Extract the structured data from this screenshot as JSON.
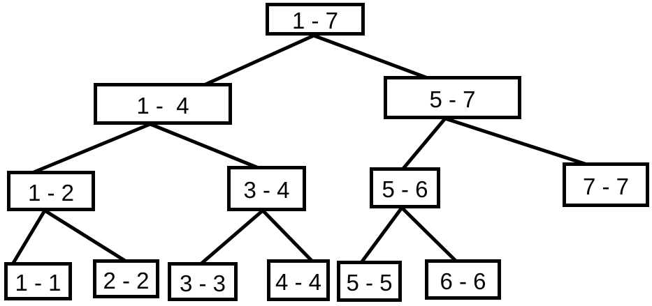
{
  "colors": {
    "background": "#ffffff",
    "box_border": "#000000",
    "edge_line": "#000000",
    "text": "#000000"
  },
  "diagram": {
    "type": "tree",
    "description": "binary tree of numeric ranges (segment-tree style)",
    "nodes": [
      {
        "id": "1-7",
        "label": "1 - 7"
      },
      {
        "id": "1-4",
        "label": "1 -  4"
      },
      {
        "id": "5-7",
        "label": "5 - 7"
      },
      {
        "id": "1-2",
        "label": "1 - 2"
      },
      {
        "id": "3-4",
        "label": "3 - 4"
      },
      {
        "id": "5-6",
        "label": "5 - 6"
      },
      {
        "id": "7-7",
        "label": "7 - 7"
      },
      {
        "id": "1-1",
        "label": "1 - 1"
      },
      {
        "id": "2-2",
        "label": "2 - 2"
      },
      {
        "id": "3-3",
        "label": "3 - 3"
      },
      {
        "id": "4-4",
        "label": "4 - 4"
      },
      {
        "id": "5-5",
        "label": "5 - 5"
      },
      {
        "id": "6-6",
        "label": "6 - 6"
      }
    ],
    "edges": [
      {
        "from": "1-7",
        "to": "1-4"
      },
      {
        "from": "1-7",
        "to": "5-7"
      },
      {
        "from": "1-4",
        "to": "1-2"
      },
      {
        "from": "1-4",
        "to": "3-4"
      },
      {
        "from": "5-7",
        "to": "5-6"
      },
      {
        "from": "5-7",
        "to": "7-7"
      },
      {
        "from": "1-2",
        "to": "1-1"
      },
      {
        "from": "1-2",
        "to": "2-2"
      },
      {
        "from": "3-4",
        "to": "3-3"
      },
      {
        "from": "3-4",
        "to": "4-4"
      },
      {
        "from": "5-6",
        "to": "5-5"
      },
      {
        "from": "5-6",
        "to": "6-6"
      }
    ]
  }
}
